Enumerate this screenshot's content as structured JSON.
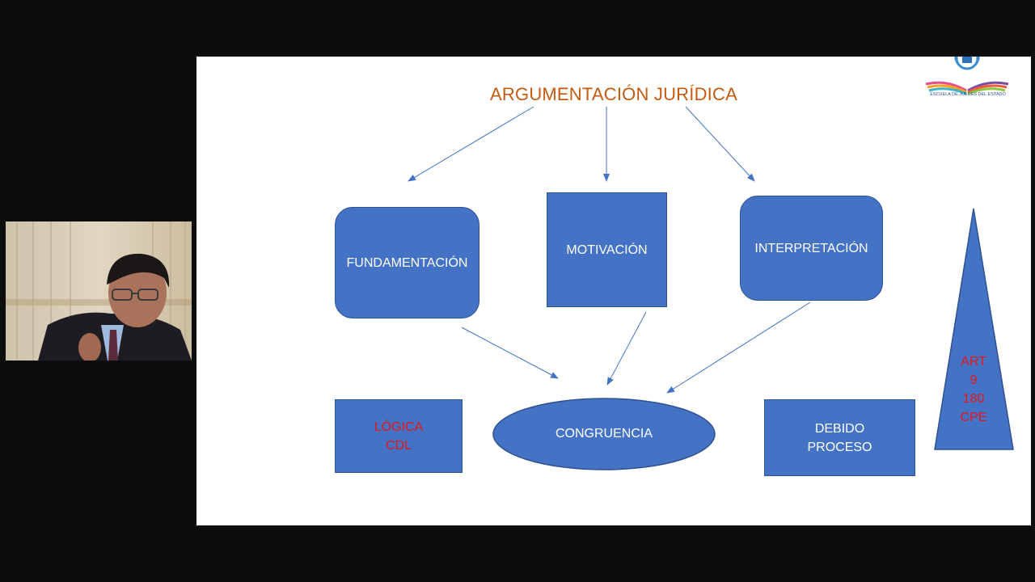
{
  "slide": {
    "title": "ARGUMENTACIÓN JURÍDICA",
    "nodes": {
      "fundamentacion": "FUNDAMENTACIÓN",
      "motivacion": "MOTIVACIÓN",
      "interpretacion": "INTERPRETACIÓN",
      "congruencia": "CONGRUENCIA",
      "logica_line1": "LÓGICA",
      "logica_line2": "CDL",
      "debido_line1": "DEBIDO",
      "debido_line2": "PROCESO"
    },
    "triangle_lines": [
      "ART",
      "9",
      "180",
      "CPE"
    ],
    "logo_text": "ESCUELA DE JUECES DEL ESTADO"
  },
  "colors": {
    "shape_fill": "#4472c4",
    "shape_border": "#2f528f",
    "title": "#c55a11",
    "red_text": "#e8151a",
    "connector": "#4472c4"
  }
}
